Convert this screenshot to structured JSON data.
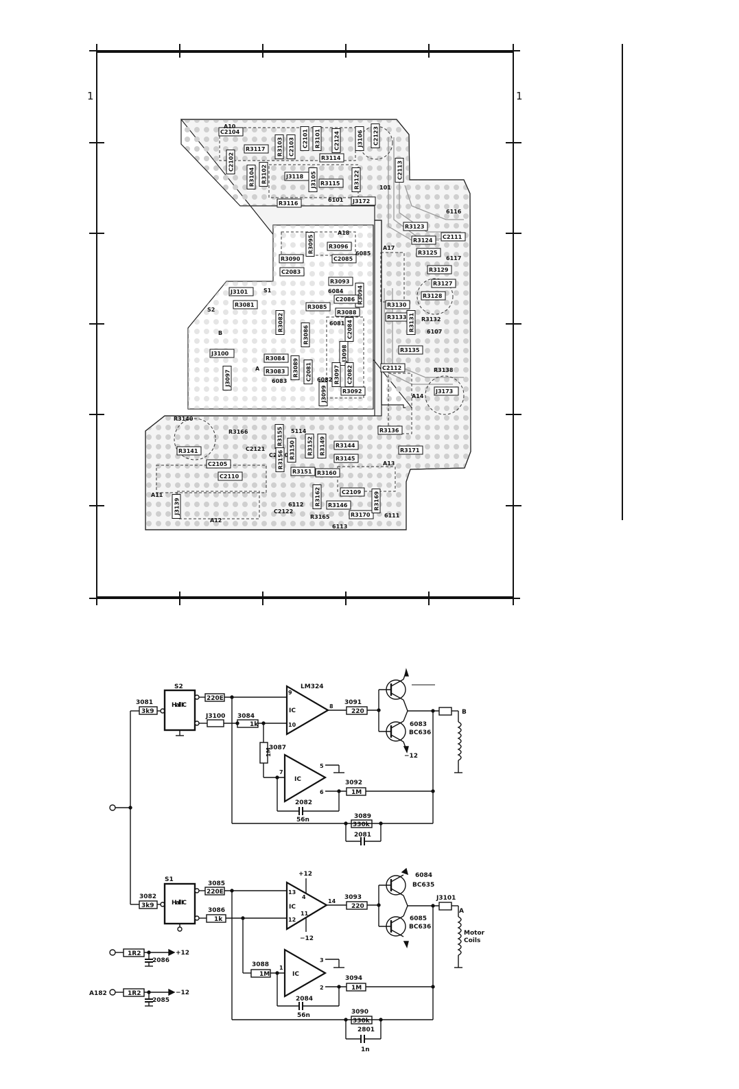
{
  "pcb": {
    "side_markers": [
      "1",
      "1"
    ],
    "area_labels": [
      "A10",
      "A11",
      "A12",
      "A13",
      "A14",
      "A17",
      "A18",
      "A",
      "B"
    ],
    "components": [
      "C2104",
      "C2102",
      "R3117",
      "R3104",
      "R3102",
      "R3103",
      "C2103",
      "C2101",
      "R3101",
      "C2124",
      "J3106",
      "C2123",
      "R3114",
      "J3118",
      "J3105",
      "R3115",
      "R3122",
      "C2113",
      "R3116",
      "J3172",
      "R3123",
      "R3124",
      "C2111",
      "R3125",
      "R3129",
      "R3127",
      "R3128",
      "R3130",
      "R3133",
      "R3131",
      "R3132",
      "R3135",
      "C2112",
      "R3138",
      "J3173",
      "R3136",
      "R3171",
      "R3095",
      "R3096",
      "R3090",
      "C2085",
      "C2083",
      "R3093",
      "R3094",
      "C2086",
      "J3101",
      "R3081",
      "R3085",
      "R3088",
      "R3082",
      "R3086",
      "C2084",
      "J3098",
      "J3100",
      "R3084",
      "R3083",
      "R3089",
      "C2081",
      "J3097",
      "J3099",
      "R3097",
      "C2082",
      "R3092",
      "R3140",
      "R3141",
      "R3166",
      "C2121",
      "R3155",
      "C2920",
      "R3156",
      "R3150",
      "R3152",
      "R3149",
      "R3144",
      "R3145",
      "C2105",
      "C2110",
      "R3151",
      "R3160",
      "J3139",
      "C2122",
      "R3162",
      "R3146",
      "R3170",
      "R3165",
      "C2109",
      "R3169"
    ],
    "misc_labels": [
      "S1",
      "S2",
      "6101",
      "6116",
      "6117",
      "6107",
      "6081",
      "6082",
      "6083",
      "6084",
      "6085",
      "6111",
      "6112",
      "6113",
      "5114",
      "101"
    ]
  },
  "schematic": {
    "top": {
      "hall_name": "S2",
      "hall_label": "Hall IC",
      "res_in": {
        "ref": "3081",
        "value": "3k9"
      },
      "res_220": {
        "value": "220E"
      },
      "jumper": "J3100",
      "res_3084": {
        "ref": "3084",
        "value": "1k"
      },
      "opamp_name": "LM324",
      "opamp_label": "IC",
      "pins_main": [
        "9",
        "10",
        "8"
      ],
      "res_out": {
        "ref": "3091",
        "value": "220"
      },
      "tr_lower": {
        "ref": "6083",
        "type": "BC636"
      },
      "supply_low": "−12",
      "output_node": "B",
      "res_fb_1m": {
        "ref": "3087",
        "value": "1M"
      },
      "opamp2_label": "IC",
      "pins_2": [
        "7",
        "5",
        "6"
      ],
      "res_3092": {
        "ref": "3092",
        "value": "1M"
      },
      "cap_2082": {
        "ref": "2082",
        "value": "56n"
      },
      "res_3089": {
        "ref": "3089",
        "value": "330k"
      },
      "cap_2081": {
        "ref": "2081"
      }
    },
    "bottom": {
      "hall_name": "S1",
      "hall_label": "Hall IC",
      "res_in": {
        "ref": "3082",
        "value": "3k9"
      },
      "res_220": {
        "ref": "3085",
        "value": "220E"
      },
      "res_3086": {
        "ref": "3086",
        "value": "1k"
      },
      "supply_pos": "+12",
      "supply_neg": "−12",
      "opamp_label": "IC",
      "pins_main": [
        "13",
        "12",
        "14",
        "4",
        "11"
      ],
      "res_out": {
        "ref": "3093",
        "value": "220"
      },
      "tr_upper": {
        "ref": "6084",
        "type": "BC635"
      },
      "tr_lower": {
        "ref": "6085",
        "type": "BC636"
      },
      "jumper_out": "J3101",
      "output_node": "A",
      "coil_label_1": "Motor",
      "coil_label_2": "Coils",
      "res_3088": {
        "ref": "3088",
        "value": "1M"
      },
      "opamp2_label": "IC",
      "pins_2": [
        "1",
        "3",
        "2"
      ],
      "res_3094": {
        "ref": "3094",
        "value": "1M"
      },
      "cap_2084": {
        "ref": "2084",
        "value": "56n"
      },
      "res_3090": {
        "ref": "3090",
        "value": "330k"
      },
      "cap_2801": {
        "ref": "2801",
        "value": "1n"
      }
    },
    "supply": {
      "res1": "1R2",
      "cap1": "2086",
      "rail1": "+12",
      "conn": "A182",
      "res2": "1R2",
      "cap2": "2085",
      "rail2": "−12"
    }
  }
}
